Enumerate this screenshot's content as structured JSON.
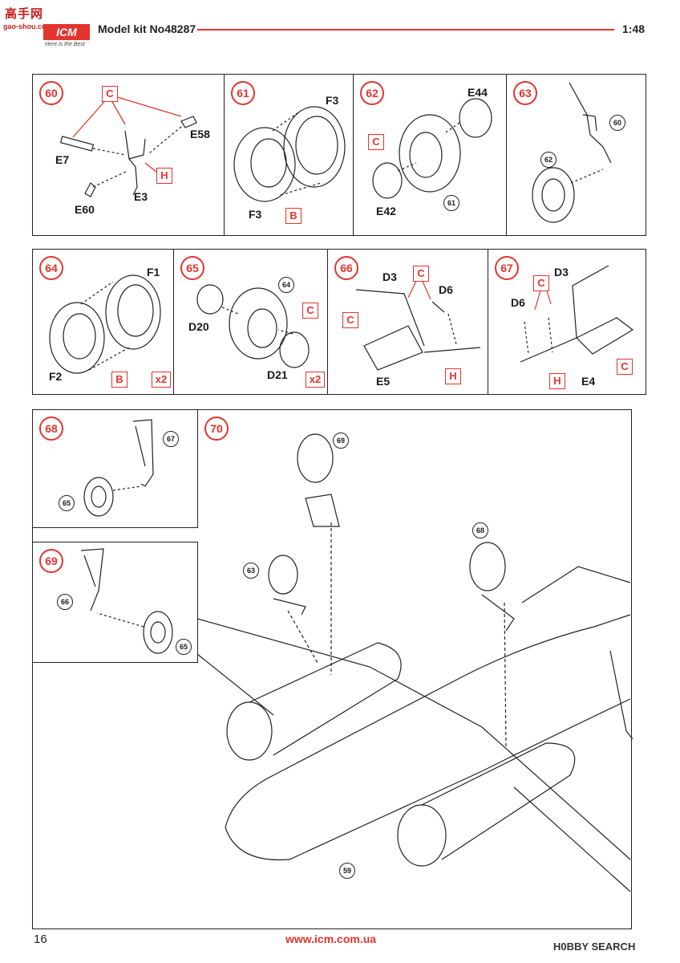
{
  "header": {
    "watermark_cn": "高手网",
    "watermark_url": "gao-shou.com",
    "brand": "ICM",
    "tagline": "Here is the Best",
    "title": "Model kit No48287",
    "scale": "1:48"
  },
  "steps": {
    "s60": {
      "num": "60",
      "labels": [
        "E7",
        "E58",
        "E3",
        "E60"
      ],
      "boxes": [
        "C",
        "H"
      ]
    },
    "s61": {
      "num": "61",
      "labels": [
        "F3",
        "F3"
      ],
      "boxes": [
        "B"
      ]
    },
    "s62": {
      "num": "62",
      "labels": [
        "E44",
        "E42"
      ],
      "boxes": [
        "C"
      ],
      "refs": [
        "61"
      ]
    },
    "s63": {
      "num": "63",
      "refs": [
        "60",
        "62"
      ]
    },
    "s64": {
      "num": "64",
      "labels": [
        "F1",
        "F2"
      ],
      "boxes": [
        "B",
        "x2"
      ]
    },
    "s65": {
      "num": "65",
      "labels": [
        "D20",
        "D21"
      ],
      "boxes": [
        "C",
        "x2"
      ],
      "refs": [
        "64"
      ]
    },
    "s66": {
      "num": "66",
      "labels": [
        "D3",
        "D6",
        "E5"
      ],
      "boxes": [
        "C",
        "C",
        "H"
      ]
    },
    "s67": {
      "num": "67",
      "labels": [
        "D3",
        "D6",
        "E4"
      ],
      "boxes": [
        "C",
        "C",
        "H"
      ]
    },
    "s68": {
      "num": "68",
      "refs": [
        "67",
        "65"
      ]
    },
    "s69": {
      "num": "69",
      "refs": [
        "66",
        "65"
      ]
    },
    "s70": {
      "num": "70",
      "refs": [
        "69",
        "63",
        "68",
        "59"
      ]
    }
  },
  "footer": {
    "page": "16",
    "url": "www.icm.com.ua",
    "brand": "H0BBY SEARCH"
  },
  "colors": {
    "accent": "#e3342f",
    "line": "#222222"
  }
}
